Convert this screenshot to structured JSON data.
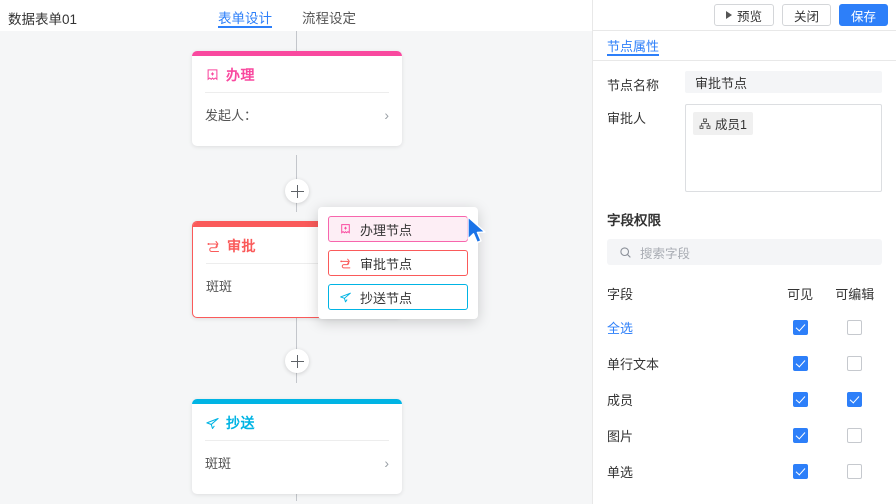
{
  "left": {
    "form_title": "数据表单01",
    "tabs": [
      {
        "label": "表单设计",
        "active": true
      },
      {
        "label": "流程设定",
        "active": false
      }
    ],
    "nodes": [
      {
        "title": "办理",
        "icon": "handle-node-icon",
        "value": "发起人：",
        "color": "#f9499f",
        "selected": false
      },
      {
        "title": "审批",
        "icon": "approve-node-icon",
        "value": "斑斑",
        "color": "#fa5a5a",
        "selected": true
      },
      {
        "title": "抄送",
        "icon": "cc-node-icon",
        "value": "斑斑",
        "color": "#00b4e4",
        "selected": false
      }
    ],
    "add_button_label": "+",
    "menu": [
      {
        "label": "办理节点",
        "icon": "handle-node-icon",
        "state": "highlighted"
      },
      {
        "label": "审批节点",
        "icon": "approve-node-icon",
        "state": "normal"
      },
      {
        "label": "抄送节点",
        "icon": "cc-node-icon",
        "state": "normal"
      }
    ]
  },
  "right": {
    "buttons": {
      "preview": "预览",
      "close": "关闭",
      "save": "保存"
    },
    "tab": "节点属性",
    "fields": {
      "node_name_label": "节点名称",
      "node_name_value": "审批节点",
      "approver_label": "审批人",
      "approver_tag": "成员1"
    },
    "permissions": {
      "title": "字段权限",
      "search_placeholder": "搜索字段",
      "columns": {
        "field": "字段",
        "visible": "可见",
        "editable": "可编辑"
      },
      "rows": [
        {
          "name": "全选",
          "is_link": true,
          "visible": true,
          "editable": false
        },
        {
          "name": "单行文本",
          "is_link": false,
          "visible": true,
          "editable": false
        },
        {
          "name": "成员",
          "is_link": false,
          "visible": true,
          "editable": true
        },
        {
          "name": "图片",
          "is_link": false,
          "visible": true,
          "editable": false
        },
        {
          "name": "单选",
          "is_link": false,
          "visible": true,
          "editable": false
        }
      ]
    }
  },
  "colors": {
    "accent": "#2d7ff9",
    "pink": "#f9499f",
    "red": "#fa5a5a",
    "cyan": "#00b4e4",
    "canvas_bg": "#f5f6f7"
  }
}
